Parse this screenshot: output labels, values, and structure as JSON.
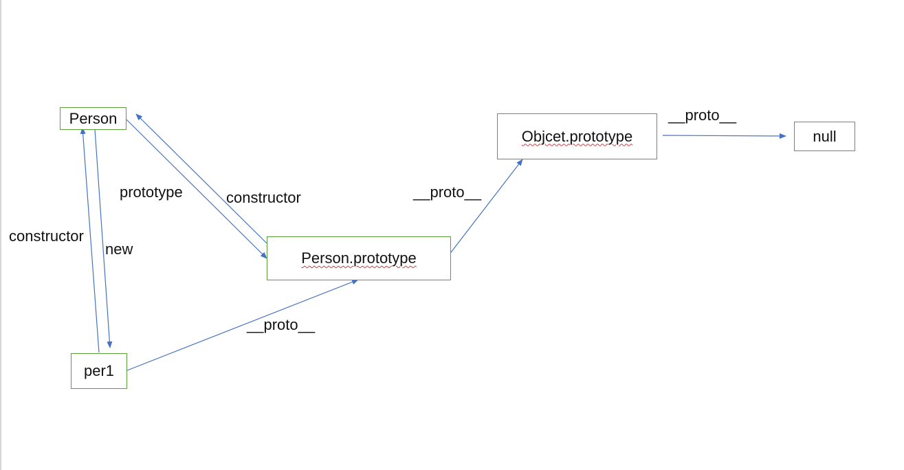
{
  "diagram": {
    "nodes": {
      "person": "Person",
      "person_prototype": "Person.prototype",
      "object_prototype": "Objcet.prototype",
      "null_node": "null",
      "per1": "per1"
    },
    "labels": {
      "prototype": "prototype",
      "constructor_upper": "constructor",
      "constructor_left": "constructor",
      "new": "new",
      "proto_per1": "__proto__",
      "proto_person_prototype": "__proto__",
      "proto_object_prototype": "__proto__"
    },
    "colors": {
      "box_border": "#5a9e3a",
      "arrow": "#4472c4",
      "spellcheck_underline": "#d23a3a"
    }
  }
}
